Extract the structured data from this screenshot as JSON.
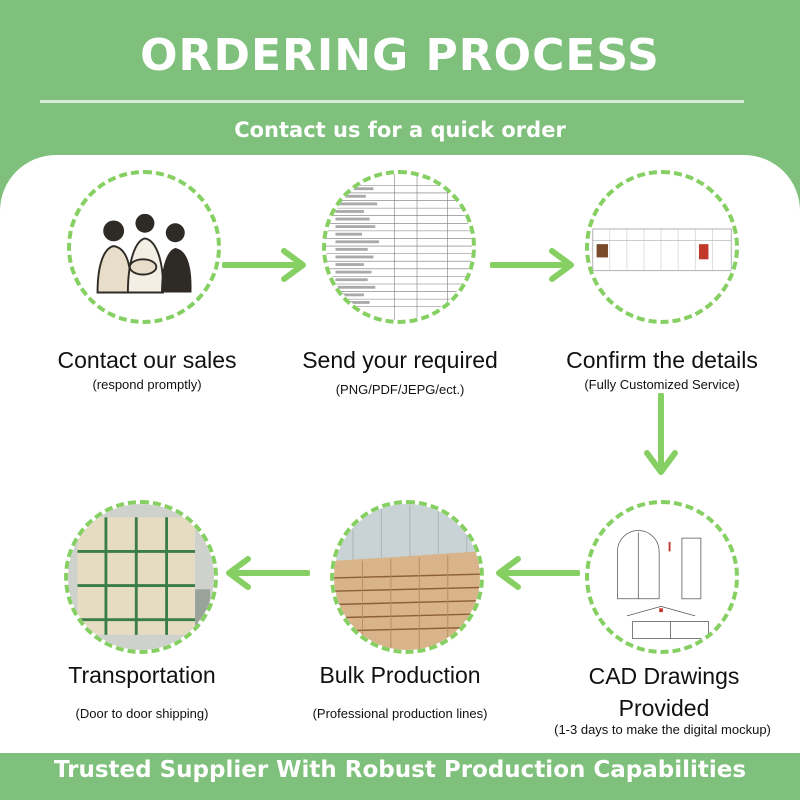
{
  "header": {
    "title": "ORDERING PROCESS",
    "subtitle": "Contact us for a quick order"
  },
  "steps": [
    {
      "label": "Contact our sales",
      "note": "(respond promptly)",
      "icon": "people-handshake"
    },
    {
      "label": "Send your required",
      "note": "(PNG/PDF/JEPG/ect.)",
      "icon": "spreadsheet"
    },
    {
      "label": "Confirm the details",
      "note": "(Fully Customized Service)",
      "icon": "document-table"
    },
    {
      "label": "CAD Drawings Provided",
      "note": "(1-3 days to make the digital mockup)",
      "icon": "cad-door-drawing"
    },
    {
      "label": "Bulk Production",
      "note": "(Professional production lines)",
      "icon": "wood-stack"
    },
    {
      "label": "Transportation",
      "note": "(Door to door shipping)",
      "icon": "shipping-crates"
    }
  ],
  "footer": {
    "text": "Trusted Supplier With Robust Production Capabilities"
  },
  "colors": {
    "background": "#7ec07c",
    "accent": "#86d063",
    "panel": "#ffffff",
    "text": "#111111"
  }
}
